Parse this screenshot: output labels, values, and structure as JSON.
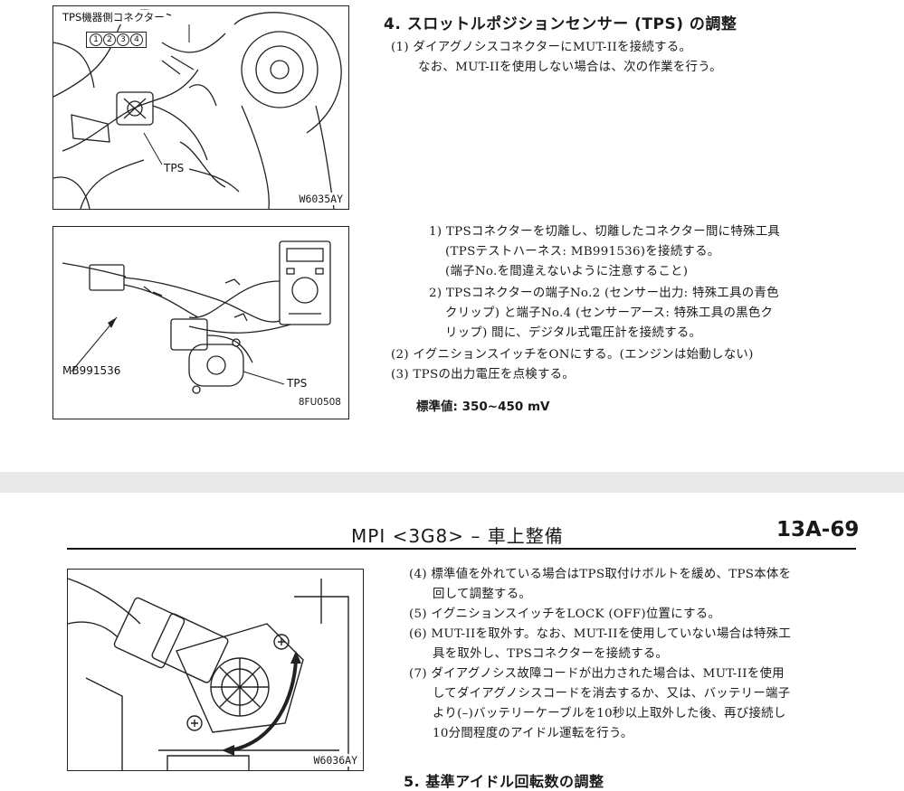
{
  "page_top": {
    "figure1": {
      "connector_label": "TPS機器側コネクター",
      "pins": [
        "1",
        "2",
        "3",
        "4"
      ],
      "tps_label": "TPS",
      "figure_code": "W6035AY"
    },
    "figure2": {
      "tool_label": "MB991536",
      "tps_label": "TPS",
      "figure_code": "8FU0508"
    },
    "section_title": "4. スロットルポジションセンサー (TPS) の調整",
    "intro_lines": [
      "(1) ダイアグノシスコネクターにMUT-IIを接続する。",
      "なお、MUT-IIを使用しない場合は、次の作業を行う。"
    ],
    "step_lines": [
      "1) TPSコネクターを切離し、切離したコネクター間に特殊工具",
      "(TPSテストハーネス: MB991536)を接続する。",
      "(端子No.を間違えないように注意すること)",
      "2) TPSコネクターの端子No.2 (センサー出力: 特殊工具の青色",
      "クリップ) と端子No.4 (センサーアース: 特殊工具の黒色ク",
      "リップ) 間に、デジタル式電圧計を接続する。",
      "(2) イグニションスイッチをONにする。(エンジンは始動しない)",
      "(3) TPSの出力電圧を点検する。"
    ],
    "standard_value": "標準値: 350~450 mV"
  },
  "page_bottom": {
    "header_title": "MPI <3G8> – 車上整備",
    "page_number": "13A-69",
    "figure3": {
      "figure_code": "W6036AY"
    },
    "lines": [
      "(4) 標準値を外れている場合はTPS取付けボルトを緩め、TPS本体を",
      "回して調整する。",
      "(5) イグニションスイッチをLOCK (OFF)位置にする。",
      "(6) MUT-IIを取外す。なお、MUT-IIを使用していない場合は特殊工",
      "具を取外し、TPSコネクターを接続する。",
      "(7) ダイアグノシス故障コードが出力された場合は、MUT-IIを使用",
      "してダイアグノシスコードを消去するか、又は、バッテリー端子",
      "より(–)バッテリーケーブルを10秒以上取外した後、再び接続し",
      "10分間程度のアイドル運転を行う。"
    ],
    "next_section_title": "5. 基準アイドル回転数の調整"
  }
}
